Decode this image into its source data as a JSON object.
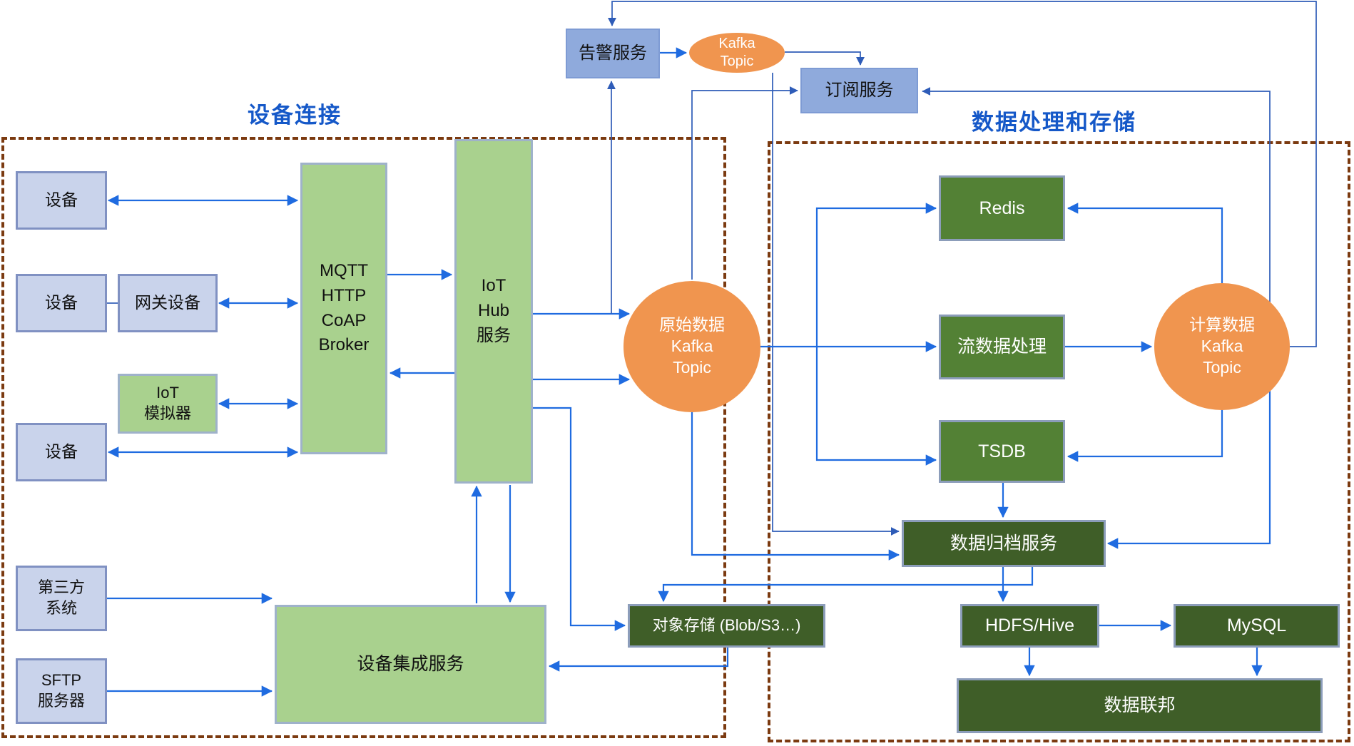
{
  "regions": {
    "device_connect": {
      "title": "设备连接"
    },
    "data_process": {
      "title": "数据处理和存储"
    }
  },
  "nodes": {
    "device1": {
      "label": "设备"
    },
    "device2": {
      "label": "设备"
    },
    "device3": {
      "label": "设备"
    },
    "gateway": {
      "label": "网关设备"
    },
    "iot_sim": {
      "label": "IoT\n模拟器"
    },
    "broker": {
      "label": "MQTT\nHTTP\nCoAP\nBroker"
    },
    "iot_hub": {
      "label": "IoT\nHub\n服务"
    },
    "third_party": {
      "label": "第三方\n系统"
    },
    "sftp": {
      "label": "SFTP\n服务器"
    },
    "integration": {
      "label": "设备集成服务"
    },
    "alert": {
      "label": "告警服务"
    },
    "alert_topic": {
      "label": "Kafka\nTopic"
    },
    "subscribe": {
      "label": "订阅服务"
    },
    "raw_topic": {
      "label": "原始数据\nKafka\nTopic"
    },
    "calc_topic": {
      "label": "计算数据\nKafka\nTopic"
    },
    "redis": {
      "label": "Redis"
    },
    "stream": {
      "label": "流数据处理"
    },
    "tsdb": {
      "label": "TSDB"
    },
    "archive": {
      "label": "数据归档服务"
    },
    "object_storage": {
      "label": "对象存储 (Blob/S3…)"
    },
    "hdfs": {
      "label": "HDFS/Hive"
    },
    "mysql": {
      "label": "MySQL"
    },
    "federation": {
      "label": "数据联邦"
    }
  },
  "edges": [
    {
      "from": "device1",
      "to": "broker",
      "type": "bidirectional"
    },
    {
      "from": "device2",
      "to": "gateway",
      "type": "link"
    },
    {
      "from": "gateway",
      "to": "broker",
      "type": "bidirectional"
    },
    {
      "from": "iot_sim",
      "to": "broker",
      "type": "bidirectional"
    },
    {
      "from": "device3",
      "to": "broker",
      "type": "bidirectional"
    },
    {
      "from": "broker",
      "to": "iot_hub",
      "type": "arrow"
    },
    {
      "from": "iot_hub",
      "to": "broker",
      "type": "arrow"
    },
    {
      "from": "iot_hub",
      "to": "raw_topic",
      "type": "arrow"
    },
    {
      "from": "iot_hub",
      "to": "raw_topic",
      "type": "arrow"
    },
    {
      "from": "iot_hub",
      "to": "alert",
      "type": "arrow"
    },
    {
      "from": "integration",
      "to": "iot_hub",
      "type": "arrow"
    },
    {
      "from": "iot_hub",
      "to": "integration",
      "type": "arrow"
    },
    {
      "from": "iot_hub",
      "to": "object_storage",
      "type": "arrow"
    },
    {
      "from": "object_storage",
      "to": "integration",
      "type": "arrow"
    },
    {
      "from": "third_party",
      "to": "integration",
      "type": "arrow"
    },
    {
      "from": "sftp",
      "to": "integration",
      "type": "arrow"
    },
    {
      "from": "alert",
      "to": "alert_topic",
      "type": "arrow"
    },
    {
      "from": "alert_topic",
      "to": "subscribe",
      "type": "arrow"
    },
    {
      "from": "alert_topic",
      "to": "archive",
      "type": "arrow"
    },
    {
      "from": "raw_topic",
      "to": "subscribe",
      "type": "arrow"
    },
    {
      "from": "raw_topic",
      "to": "redis",
      "type": "arrow"
    },
    {
      "from": "raw_topic",
      "to": "stream",
      "type": "arrow"
    },
    {
      "from": "raw_topic",
      "to": "tsdb",
      "type": "arrow"
    },
    {
      "from": "raw_topic",
      "to": "archive",
      "type": "arrow"
    },
    {
      "from": "stream",
      "to": "calc_topic",
      "type": "arrow"
    },
    {
      "from": "calc_topic",
      "to": "redis",
      "type": "arrow"
    },
    {
      "from": "calc_topic",
      "to": "tsdb",
      "type": "arrow"
    },
    {
      "from": "calc_topic",
      "to": "subscribe",
      "type": "arrow"
    },
    {
      "from": "calc_topic",
      "to": "alert",
      "type": "arrow"
    },
    {
      "from": "calc_topic",
      "to": "archive",
      "type": "arrow"
    },
    {
      "from": "tsdb",
      "to": "archive",
      "type": "arrow"
    },
    {
      "from": "archive",
      "to": "hdfs",
      "type": "arrow"
    },
    {
      "from": "archive",
      "to": "object_storage",
      "type": "arrow"
    },
    {
      "from": "hdfs",
      "to": "mysql",
      "type": "arrow"
    },
    {
      "from": "hdfs",
      "to": "federation",
      "type": "arrow"
    },
    {
      "from": "mysql",
      "to": "federation",
      "type": "arrow"
    }
  ],
  "colors": {
    "device_box": "#C9D3EB",
    "service_box_blue": "#8FAADC",
    "light_green": "#A9D18E",
    "medium_green": "#538135",
    "dark_green": "#3F5E28",
    "orange_topic": "#F0954F",
    "arrow_blue": "#1F6BE0",
    "thin_line_blue": "#2E5CB8",
    "region_border_brown": "#7B3A10",
    "title_blue": "#1558C8"
  }
}
